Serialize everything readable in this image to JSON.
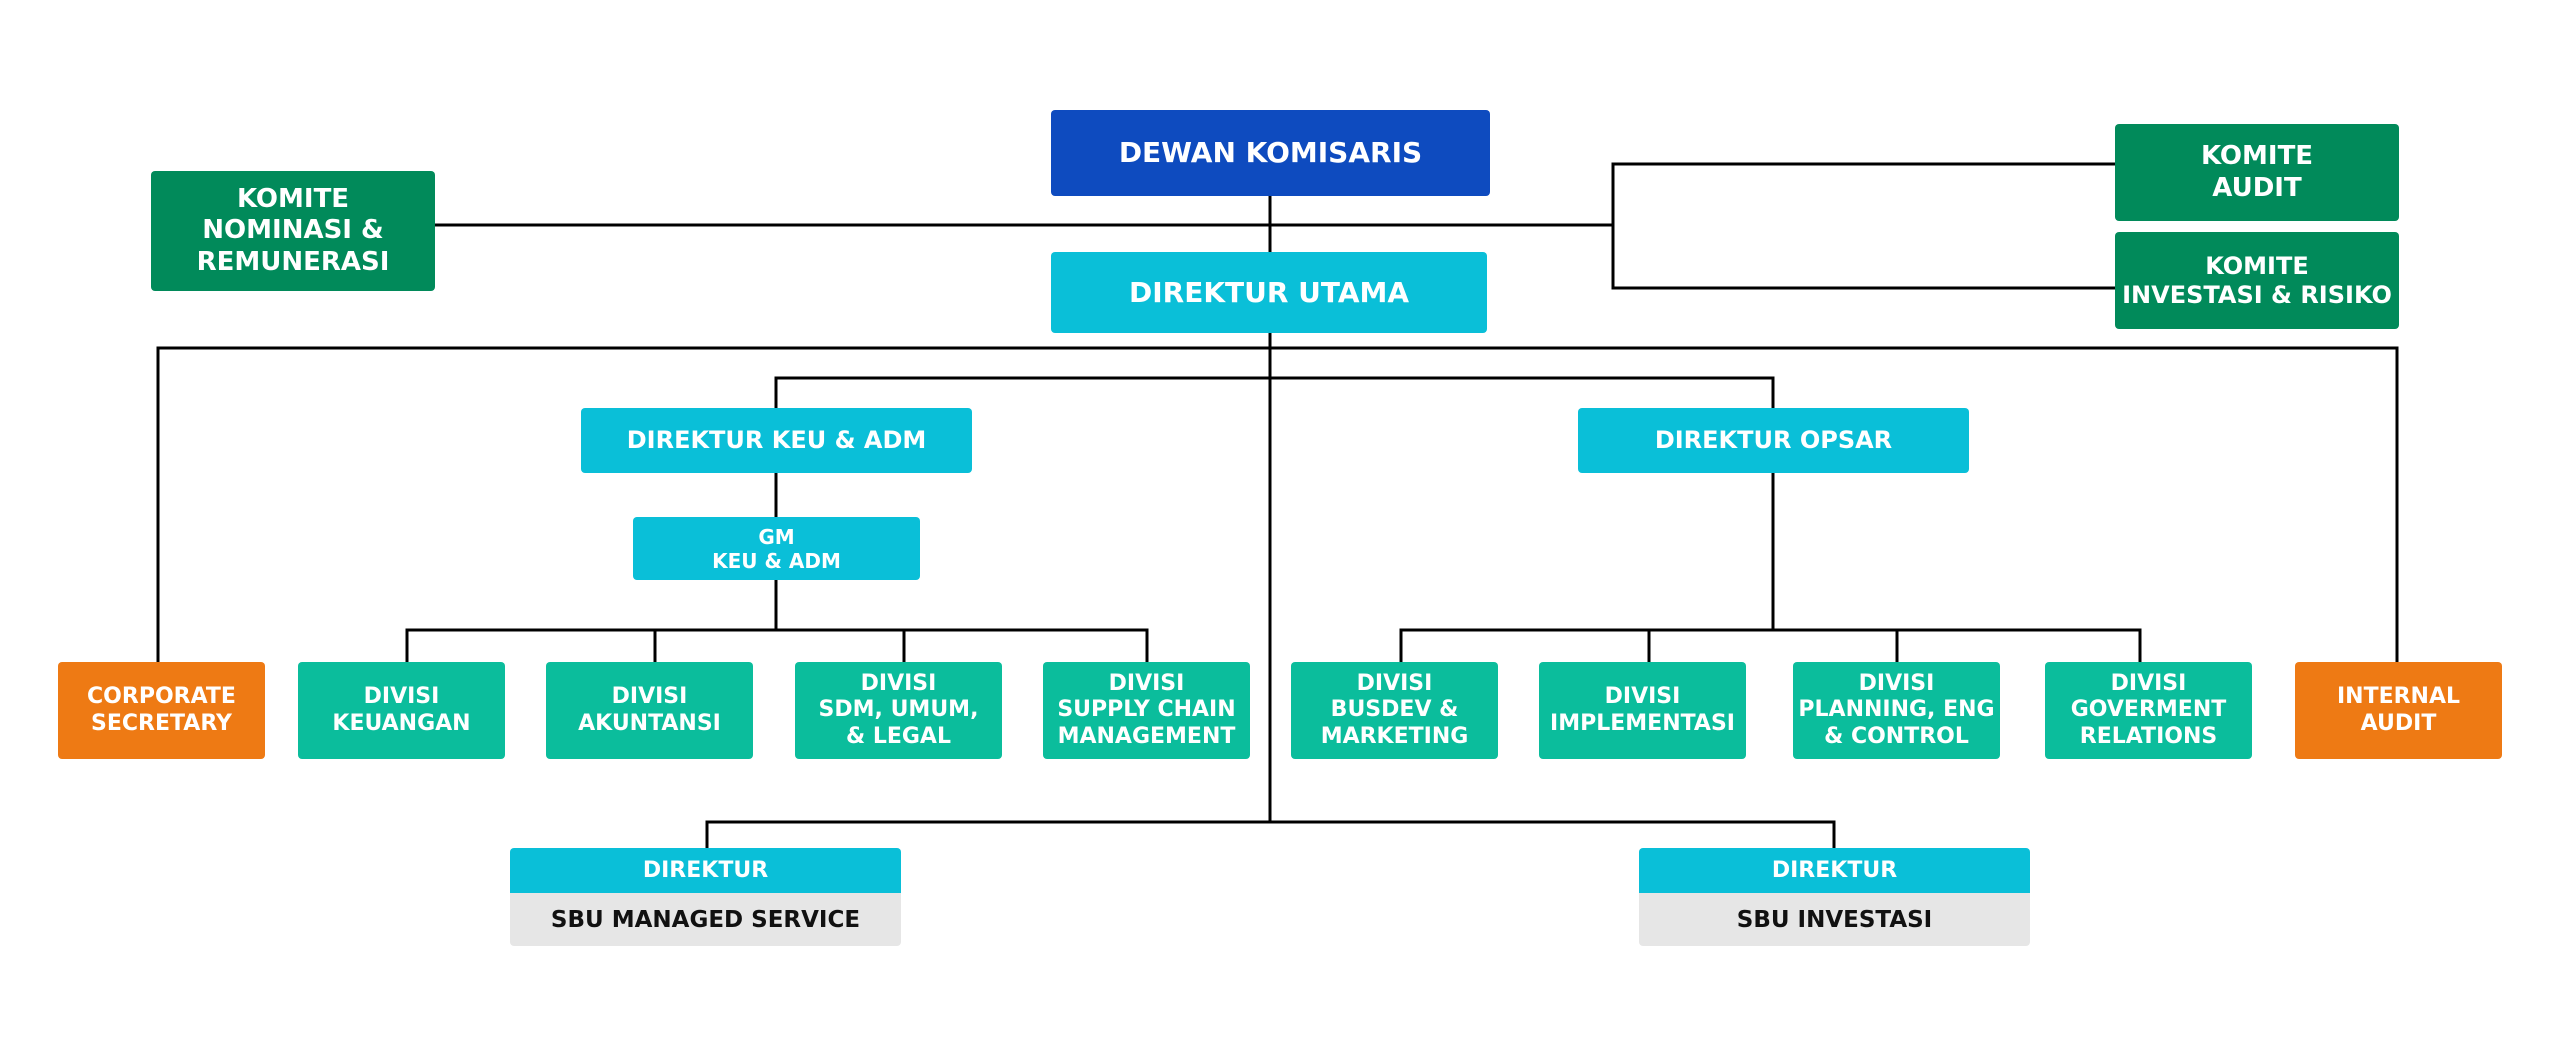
{
  "top": {
    "dewan_komisaris": "DEWAN KOMISARIS",
    "direktur_utama": "DIREKTUR UTAMA"
  },
  "committees": {
    "nominasi": "KOMITE\nNOMINASI &\nREMUNERASI",
    "audit": "KOMITE\nAUDIT",
    "investasi": "KOMITE\nINVESTASI & RISIKO"
  },
  "directors": {
    "keu_adm": "DIREKTUR KEU & ADM",
    "opsar": "DIREKTUR OPSAR",
    "gm_keu_adm": "GM\nKEU & ADM"
  },
  "staff_units": {
    "corporate_secretary": "CORPORATE\nSECRETARY",
    "internal_audit": "INTERNAL\nAUDIT"
  },
  "divisions": {
    "keuangan": "DIVISI\nKEUANGAN",
    "akuntansi": "DIVISI\nAKUNTANSI",
    "sdm": "DIVISI\nSDM, UMUM,\n& LEGAL",
    "supply_chain": "DIVISI\nSUPPLY CHAIN\nMANAGEMENT",
    "busdev": "DIVISI\nBUSDEV &\nMARKETING",
    "implementasi": "DIVISI\nIMPLEMENTASI",
    "planning": "DIVISI\nPLANNING, ENG\n& CONTROL",
    "goverment": "DIVISI\nGOVERMENT\nRELATIONS"
  },
  "sbu": {
    "managed_service": {
      "title": "DIREKTUR",
      "name": "SBU MANAGED SERVICE"
    },
    "investasi": {
      "title": "DIREKTUR",
      "name": "SBU INVESTASI"
    }
  },
  "colors": {
    "blue": "#0e4bbf",
    "cyan": "#0abfd8",
    "green": "#018a5a",
    "teal": "#0bbd9c",
    "orange": "#ee7a14",
    "grey": "#e6e6e6",
    "line": "#000000"
  }
}
